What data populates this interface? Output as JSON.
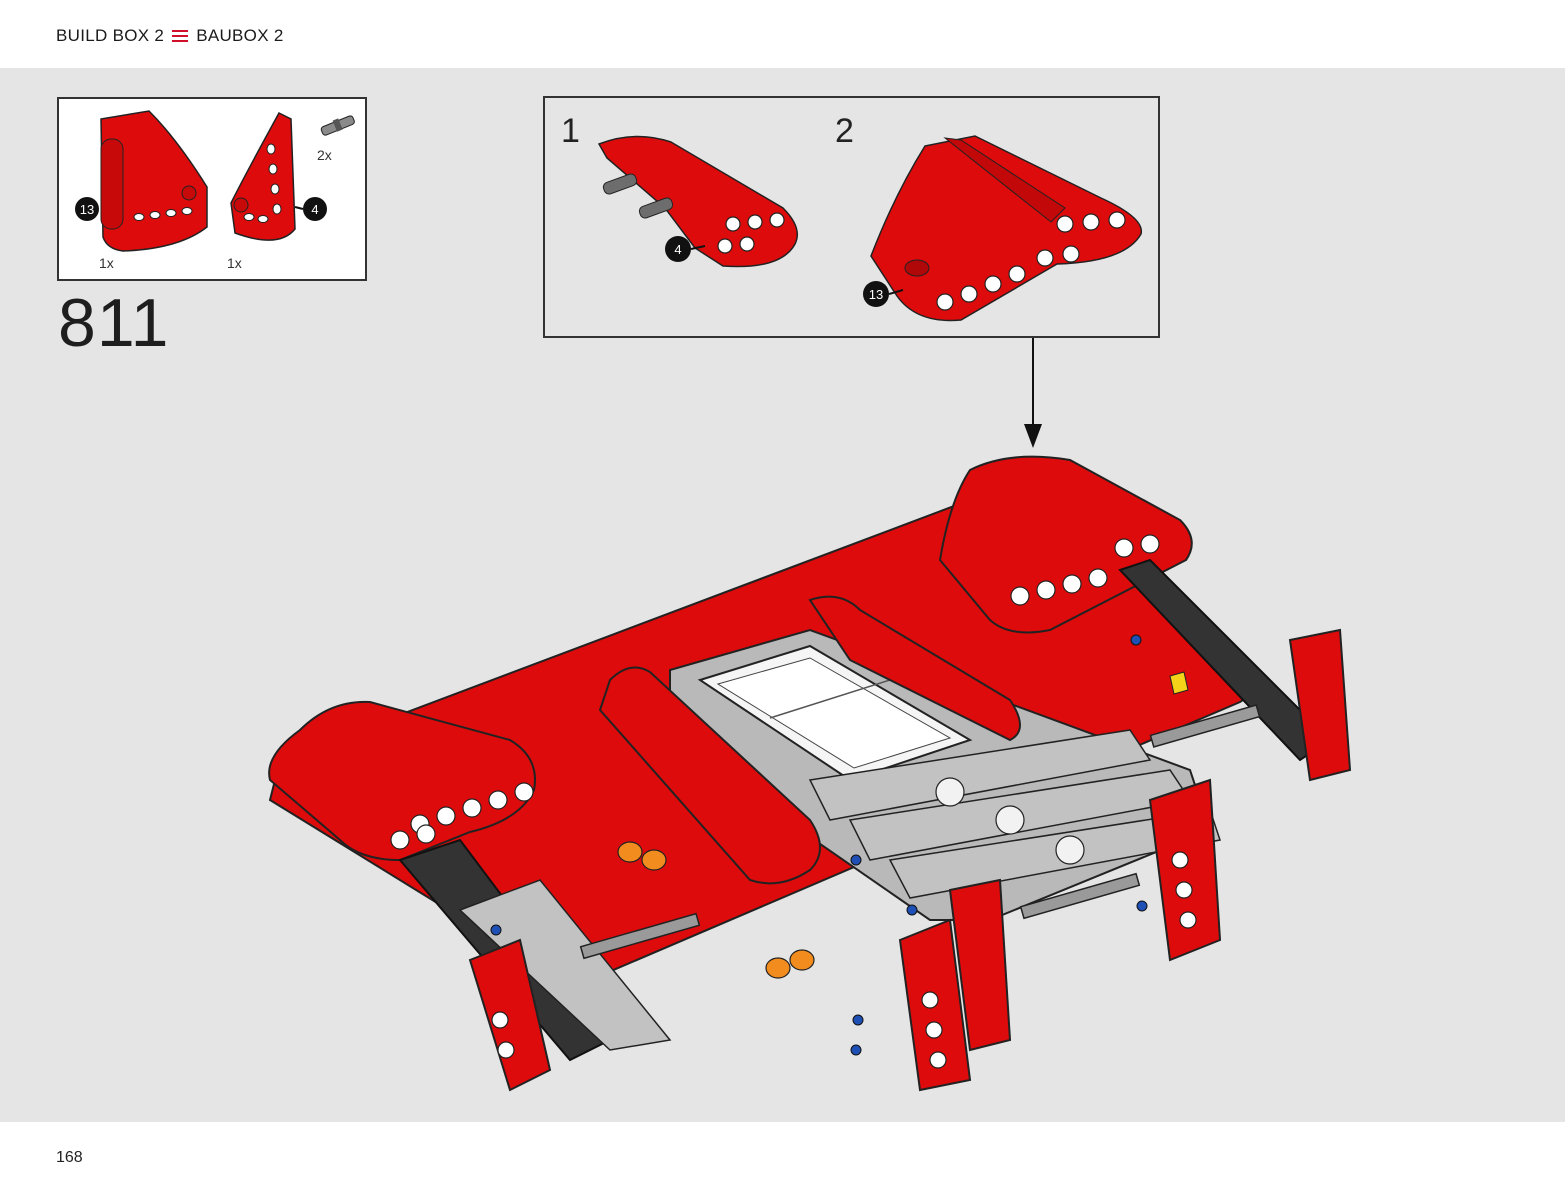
{
  "header": {
    "left_label": "BUILD BOX 2",
    "separator_icon": "three-bars-icon",
    "right_label": "BAUBOX 2",
    "accent_color": "#d0102a"
  },
  "parts_list": {
    "items": [
      {
        "marker": "13",
        "quantity": "1x",
        "part": "red-panel-left"
      },
      {
        "marker": "4",
        "quantity": "1x",
        "part": "red-panel-right"
      },
      {
        "quantity": "2x",
        "part": "grey-pin"
      }
    ]
  },
  "step": {
    "number": "811"
  },
  "sub_assembly": {
    "steps": [
      {
        "label": "1",
        "marker": "4"
      },
      {
        "label": "2",
        "marker": "13"
      }
    ]
  },
  "colors": {
    "part_red": "#dd0b0b",
    "background": "#e5e5e5",
    "frame_grey": "#b9b9b9",
    "dark": "#2e2e2e"
  },
  "footer": {
    "page_number": "168"
  }
}
